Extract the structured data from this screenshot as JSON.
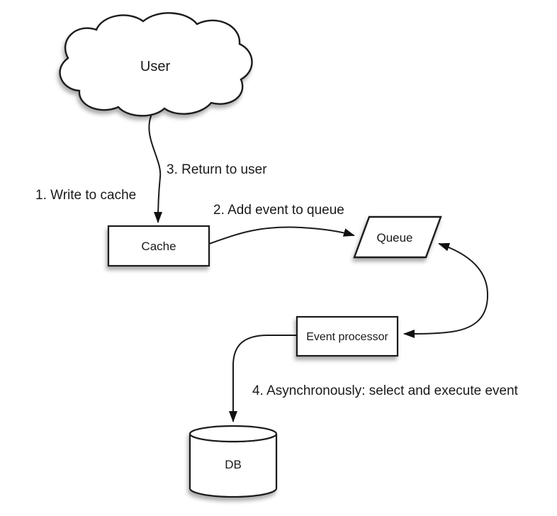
{
  "colors": {
    "background": "#ffffff",
    "line": "#1a1a1a",
    "shape_fill": "#ffffff",
    "text": "#1a1a1a"
  },
  "nodes": {
    "user": {
      "label": "User",
      "shape": "cloud"
    },
    "cache": {
      "label": "Cache",
      "shape": "rectangle"
    },
    "queue": {
      "label": "Queue",
      "shape": "parallelogram"
    },
    "event_processor": {
      "label": "Event processor",
      "shape": "rectangle"
    },
    "db": {
      "label": "DB",
      "shape": "cylinder"
    }
  },
  "edge_labels": {
    "step1": "1. Write to cache",
    "step2": "2. Add event to queue",
    "step3": "3. Return to user",
    "step4": "4. Asynchronously: select and execute event"
  },
  "edges": [
    {
      "from": "user",
      "to": "cache",
      "labels": [
        "step1",
        "step3"
      ]
    },
    {
      "from": "cache",
      "to": "queue",
      "labels": [
        "step2"
      ]
    },
    {
      "from": "queue",
      "to": "event_processor",
      "bidirectional": true,
      "labels": []
    },
    {
      "from": "event_processor",
      "to": "db",
      "labels": [
        "step4"
      ]
    }
  ]
}
